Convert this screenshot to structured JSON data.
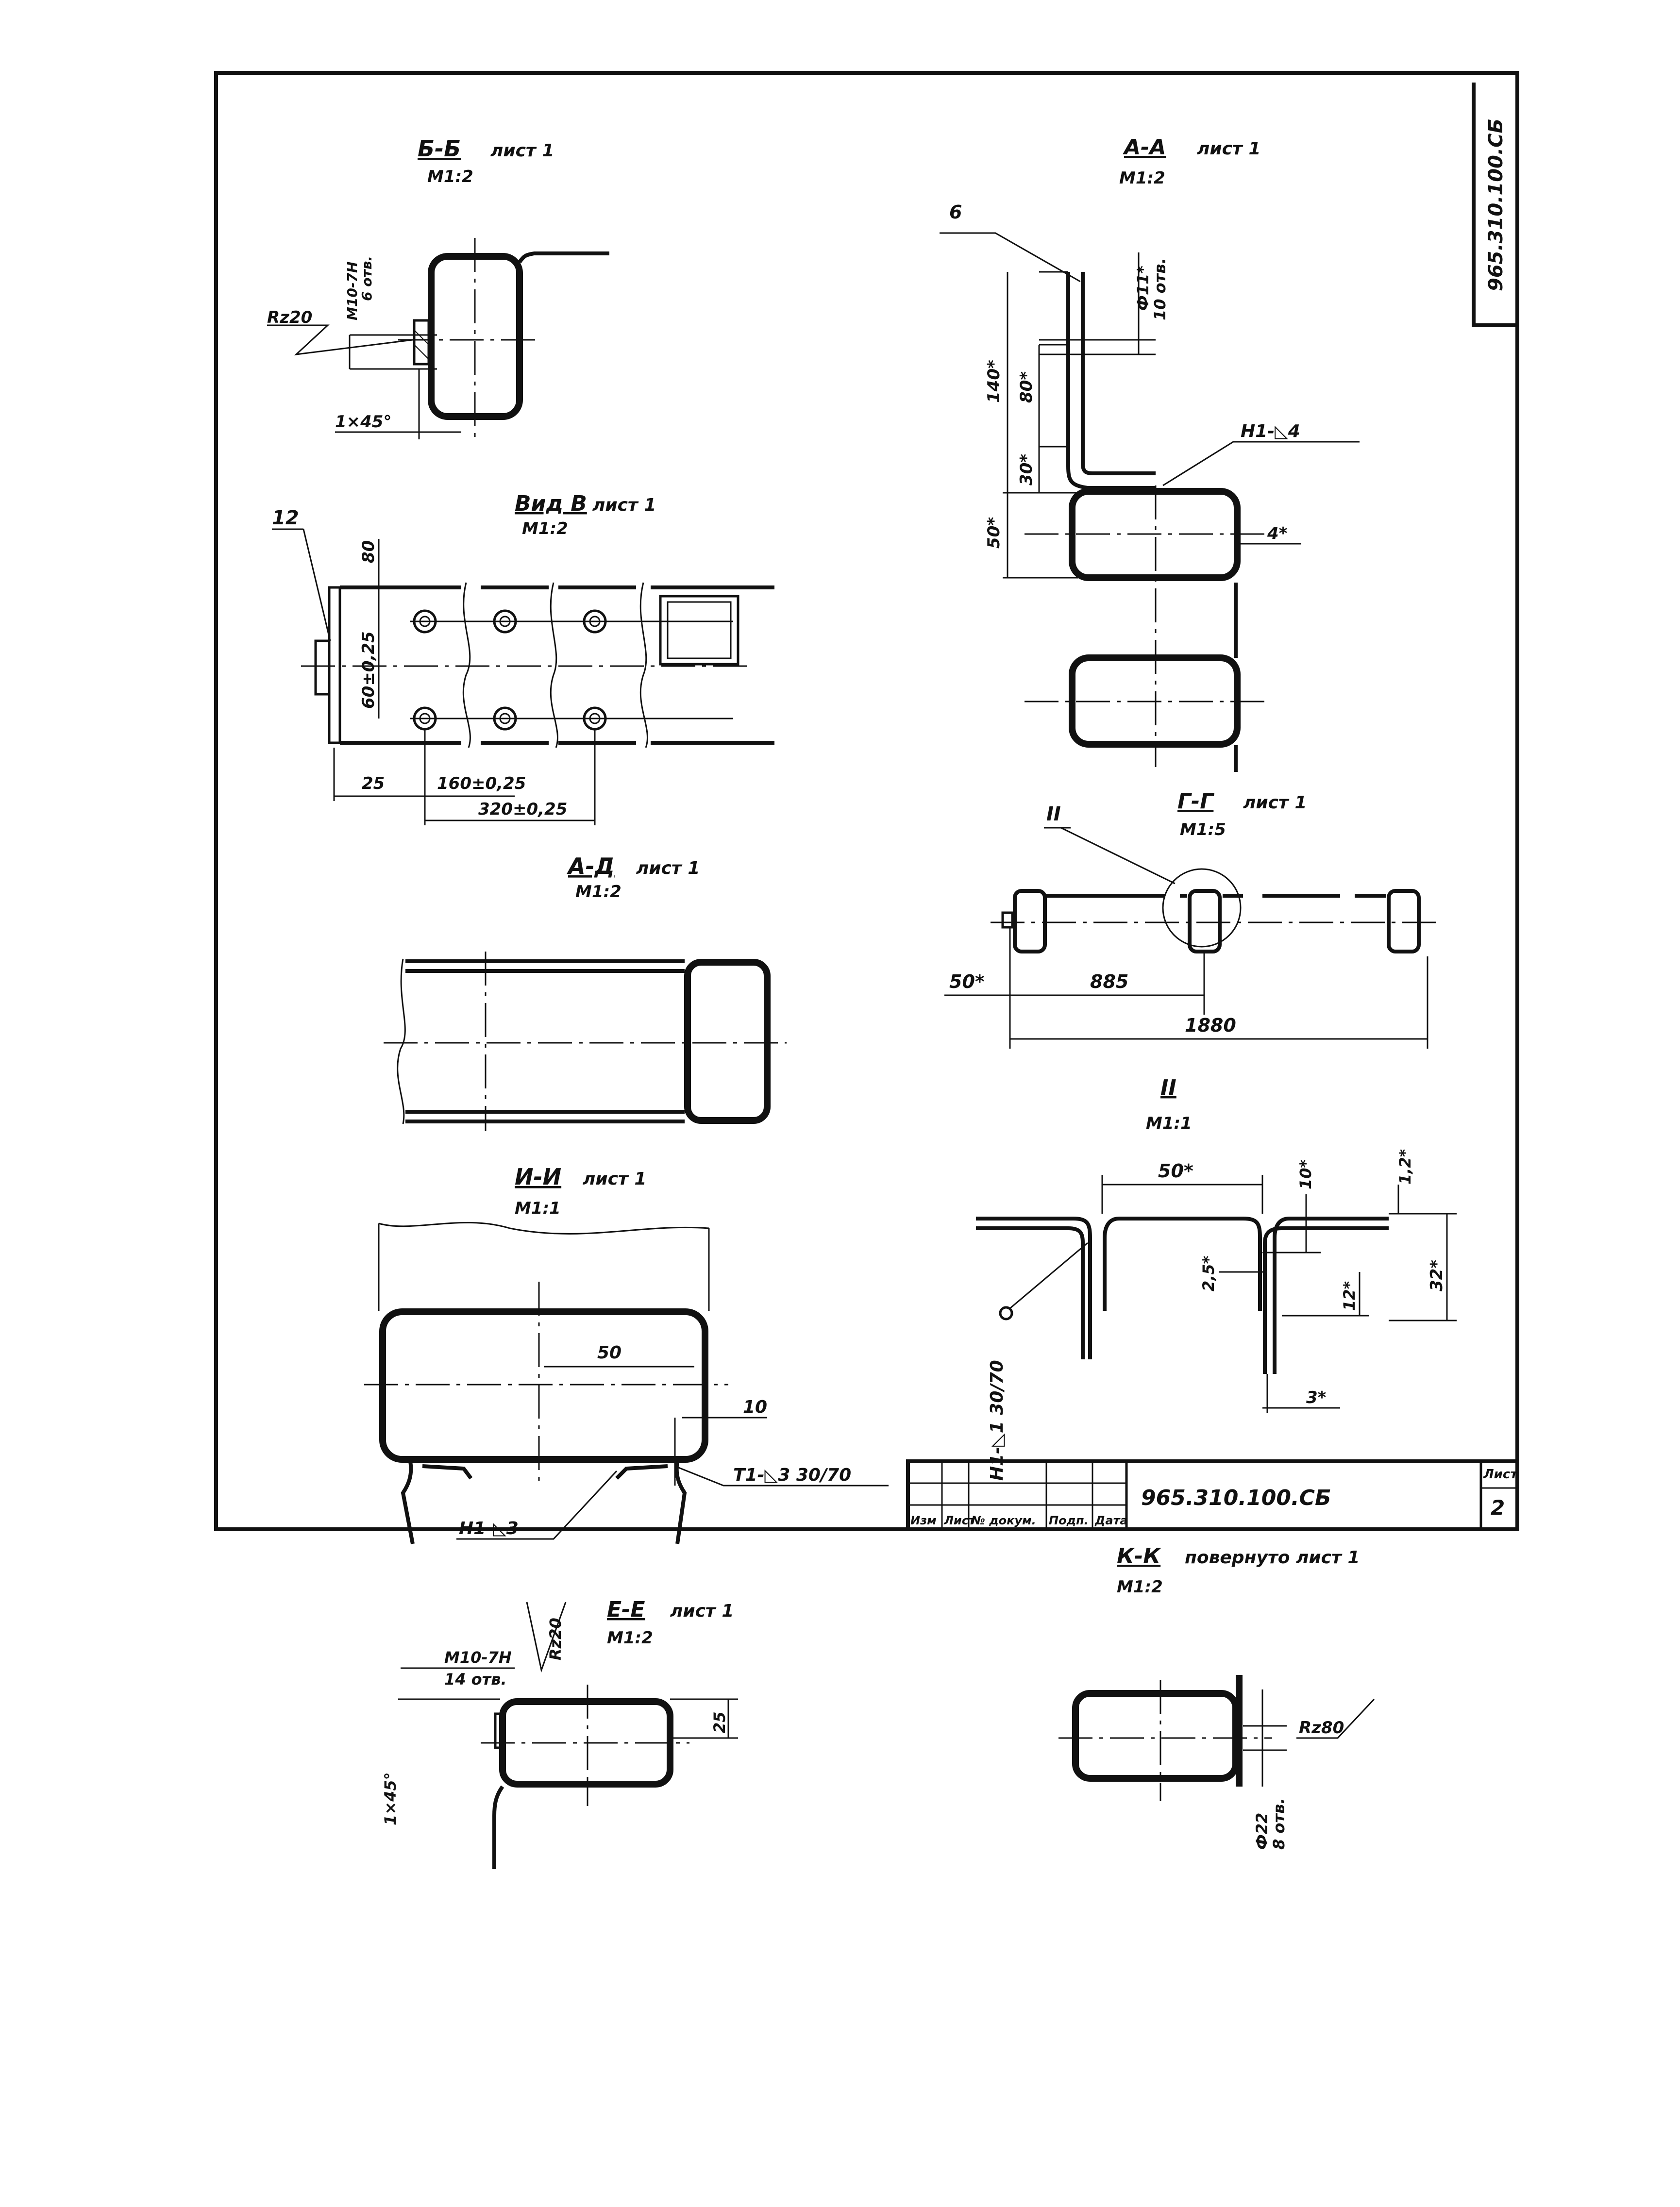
{
  "drawing": {
    "stamp_number": "965.310.100.СБ",
    "title_block": {
      "doc_number": "965.310.100.СБ",
      "sheet_label": "Лист",
      "sheet_number": "2",
      "cols": [
        "Изм",
        "Лист",
        "№ докум.",
        "Подп.",
        "Дата"
      ]
    },
    "views": {
      "bb": {
        "title": "Б-Б",
        "ref": "лист 1",
        "scale": "М1:2",
        "thread": "М10-7Н",
        "holes": "6 отв.",
        "rough": "Rz20",
        "chamfer": "1×45°"
      },
      "vb": {
        "title": "Вид В",
        "ref": "лист 1",
        "scale": "М1:2",
        "pos": "12",
        "d1": "80",
        "d2": "60±0,25",
        "d3": "25",
        "d4": "160±0,25",
        "d5": "320±0,25"
      },
      "ad": {
        "title": "А-Д",
        "ref": "лист 1",
        "scale": "М1:2"
      },
      "ii": {
        "title": "И-И",
        "ref": "лист 1",
        "scale": "М1:1",
        "d1": "50",
        "d2": "10",
        "weld1": "Т1-◺3 30/70",
        "weld2": "Н1-◺3"
      },
      "ee": {
        "title": "Е-Е",
        "ref": "лист 1",
        "scale": "М1:2",
        "thread": "М10-7Н",
        "holes": "14 отв.",
        "rough": "Rz20",
        "chamfer": "1×45°",
        "d1": "25"
      },
      "aa": {
        "title": "А-А",
        "ref": "лист 1",
        "scale": "М1:2",
        "pos": "6",
        "hole": "Ф11*",
        "holes": "10 отв.",
        "d1": "140*",
        "d2": "80*",
        "d3": "30*",
        "d4": "50*",
        "d5": "4*",
        "weld": "Н1-◺4"
      },
      "gg": {
        "title": "Г-Г",
        "ref": "лист 1",
        "scale": "М1:5",
        "detail": "II",
        "d1": "50*",
        "d2": "885",
        "d3": "1880"
      },
      "ii2": {
        "title": "II",
        "scale": "М1:1",
        "d1": "50*",
        "d2": "10*",
        "d3": "1,2*",
        "d4": "2,5*",
        "d5": "12*",
        "d6": "32*",
        "d7": "3*",
        "weld": "Н1-◺1 30/70"
      },
      "kk": {
        "title": "К-К",
        "ref": "повернуто лист 1",
        "scale": "М1:2",
        "rough": "Rz80",
        "hole": "Ф22",
        "holes": "8 отв."
      }
    }
  }
}
